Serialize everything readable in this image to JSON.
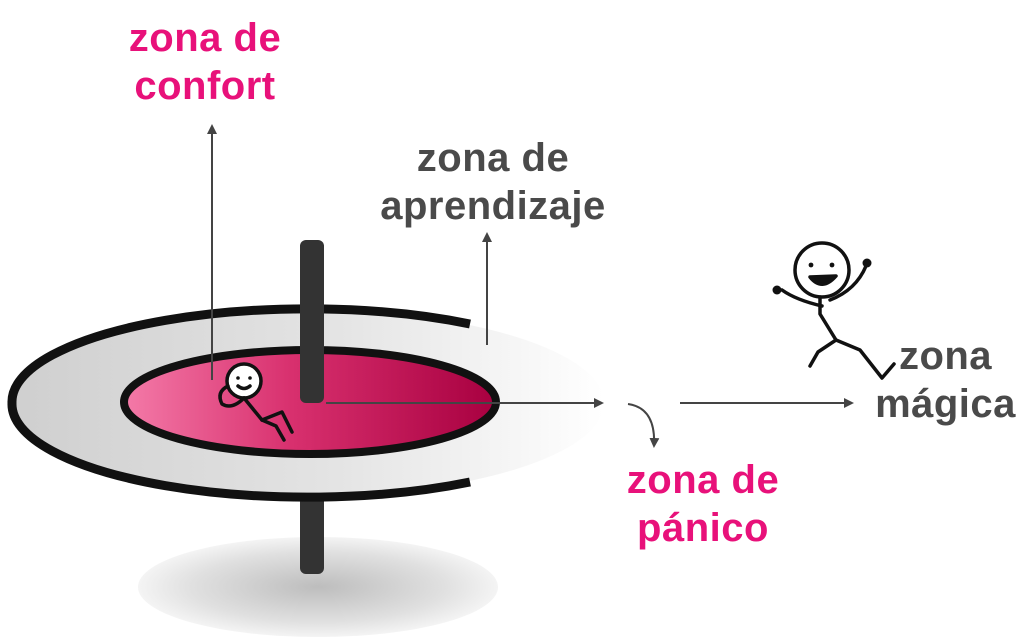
{
  "labels": {
    "confort": {
      "line1": "zona de",
      "line2": "confort"
    },
    "aprendizaje": {
      "line1": "zona de",
      "line2": "aprendizaje"
    },
    "panico": {
      "line1": "zona de",
      "line2": "pánico"
    },
    "magica": {
      "line1": "zona",
      "line2": "mágica"
    }
  },
  "colors": {
    "pink": "#e8117a",
    "gray_text": "#4a4a4a",
    "inner_zone_light": "#f47aa8",
    "inner_zone_dark": "#a80040",
    "outer_ring": "#d6d6d6",
    "pole": "#333333"
  },
  "icons": {
    "relaxed_person": "relaxed-stick-figure-icon",
    "jumping_person": "jumping-stick-figure-icon"
  }
}
